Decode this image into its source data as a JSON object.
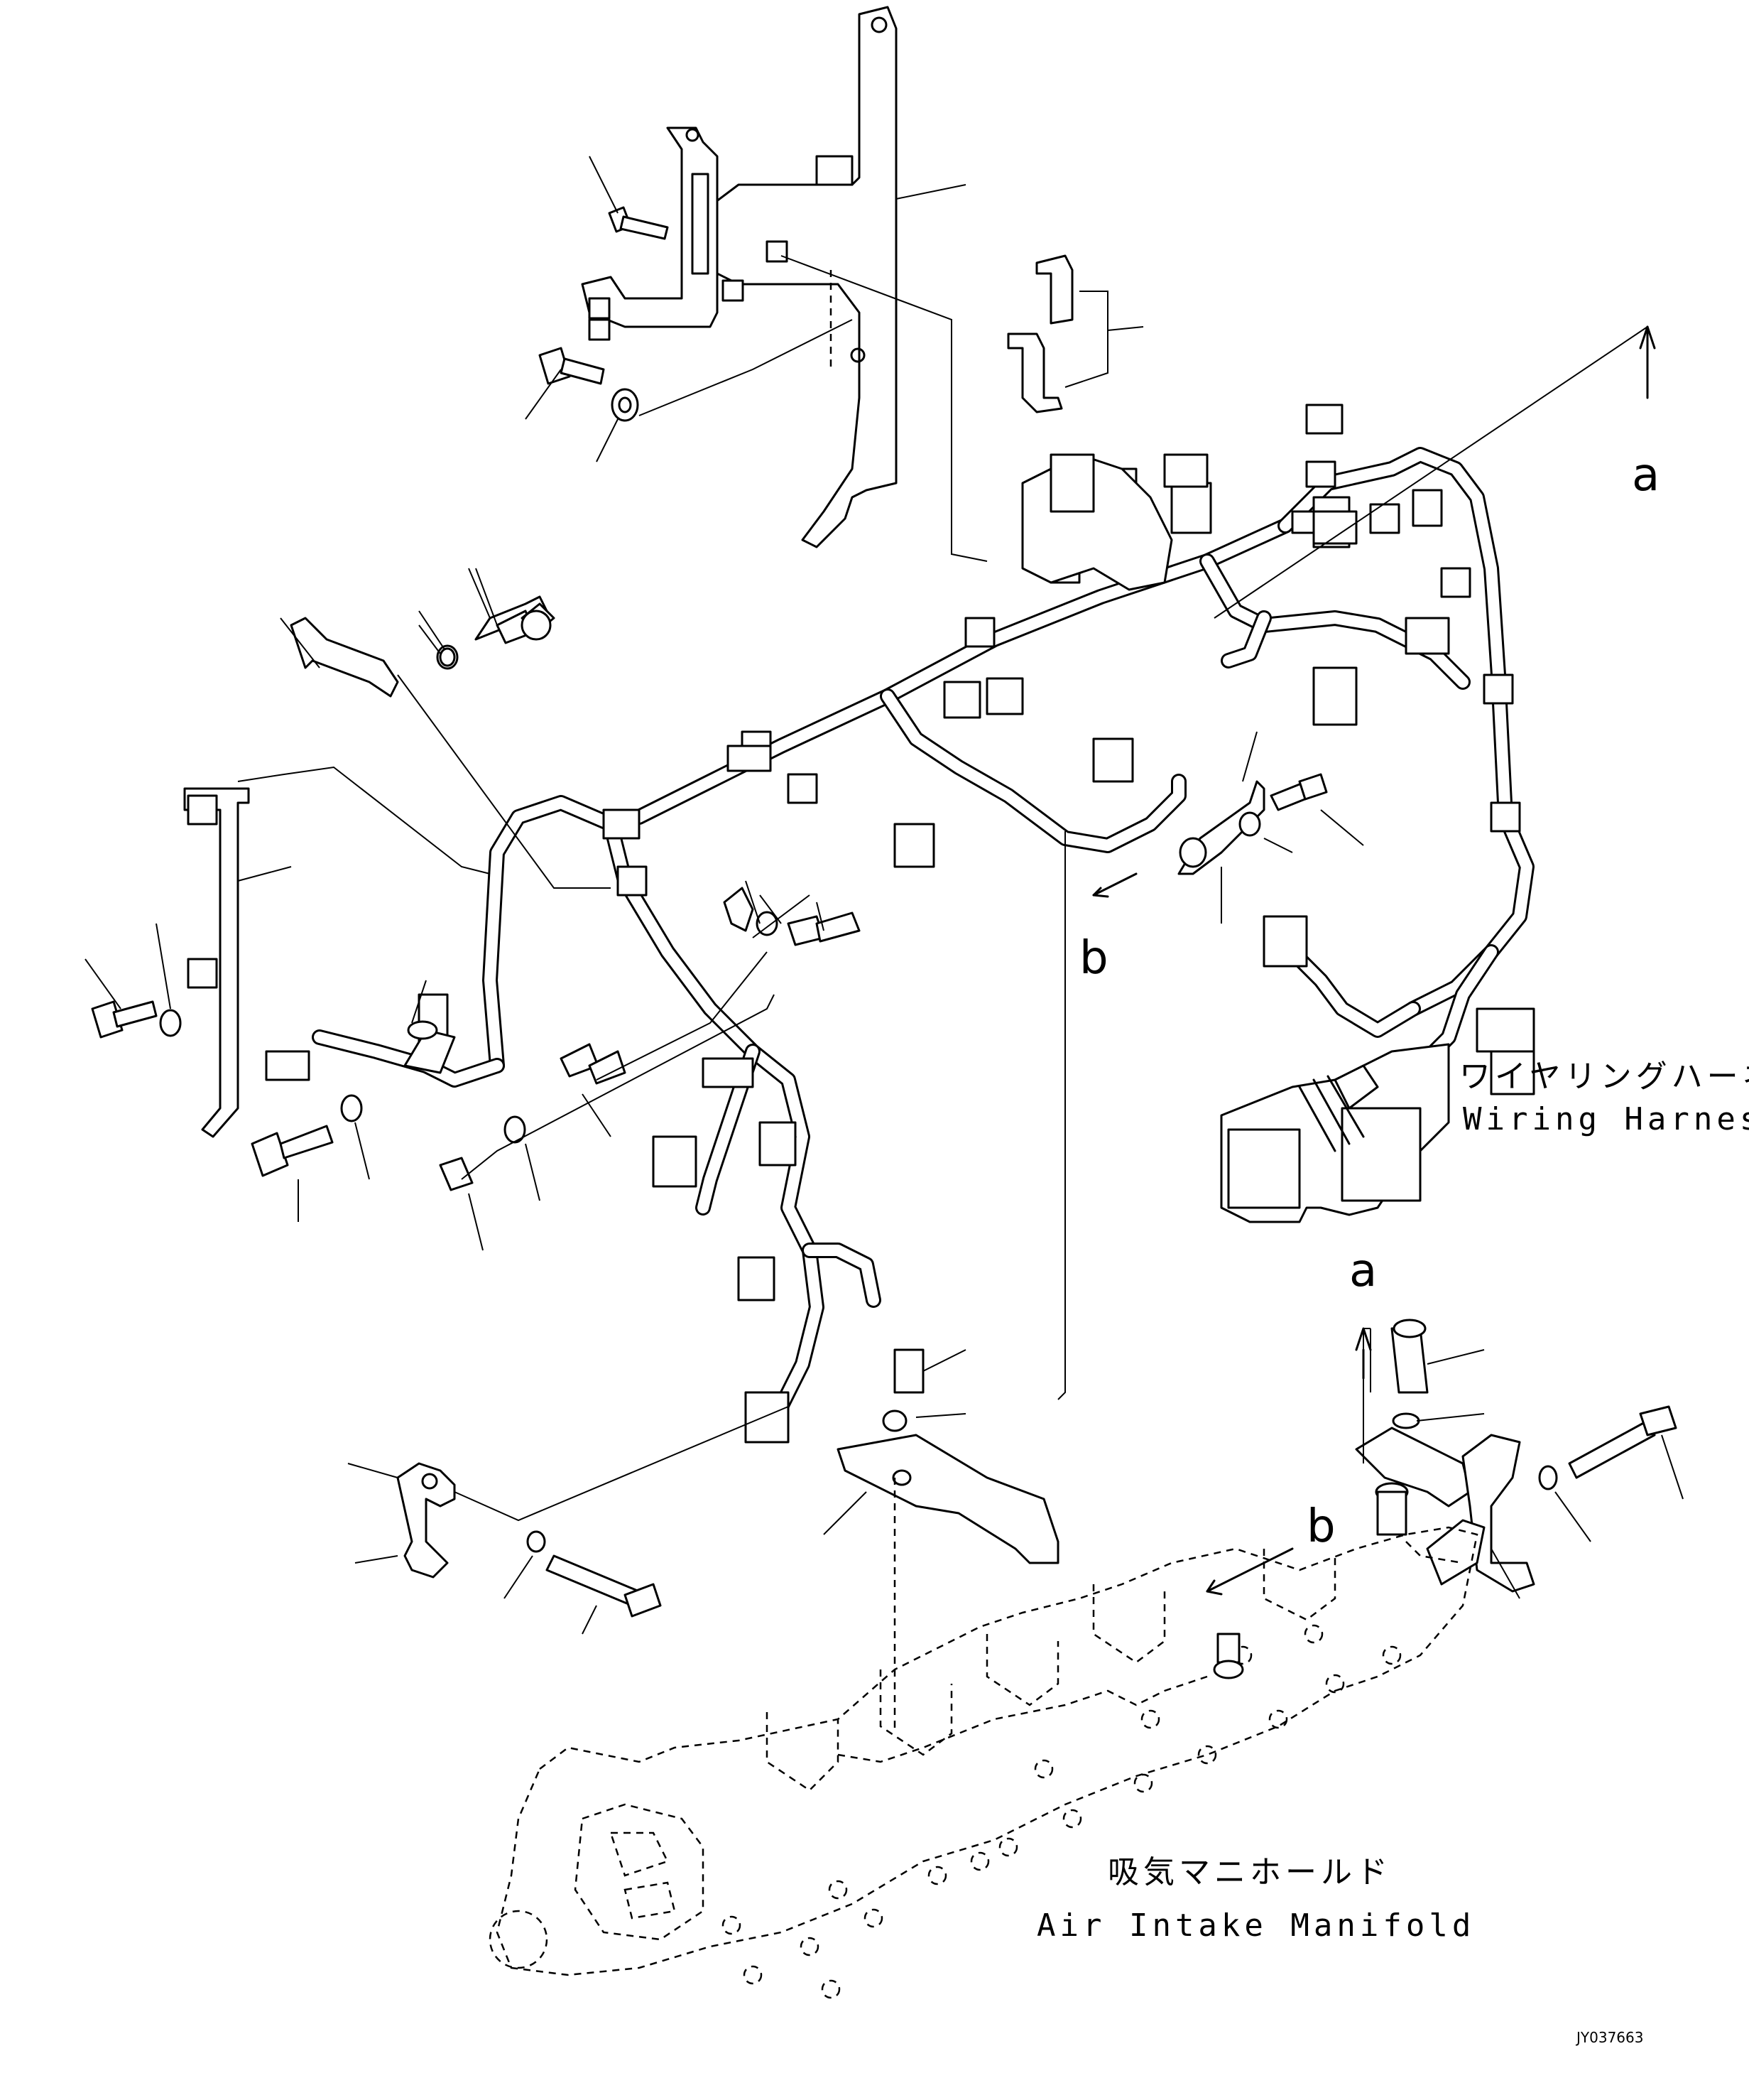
{
  "labels": {
    "wiring_harness_jp": "ワイヤリングハーネス",
    "wiring_harness_en": "Wiring Harness",
    "intake_manifold_jp": "吸気マニホールド",
    "intake_manifold_en": "Air Intake Manifold",
    "drawing_code": "JY037663"
  },
  "view_markers": {
    "a_top": "a",
    "b_mid": "b",
    "a_bottom": "a",
    "b_bottom": "b"
  }
}
